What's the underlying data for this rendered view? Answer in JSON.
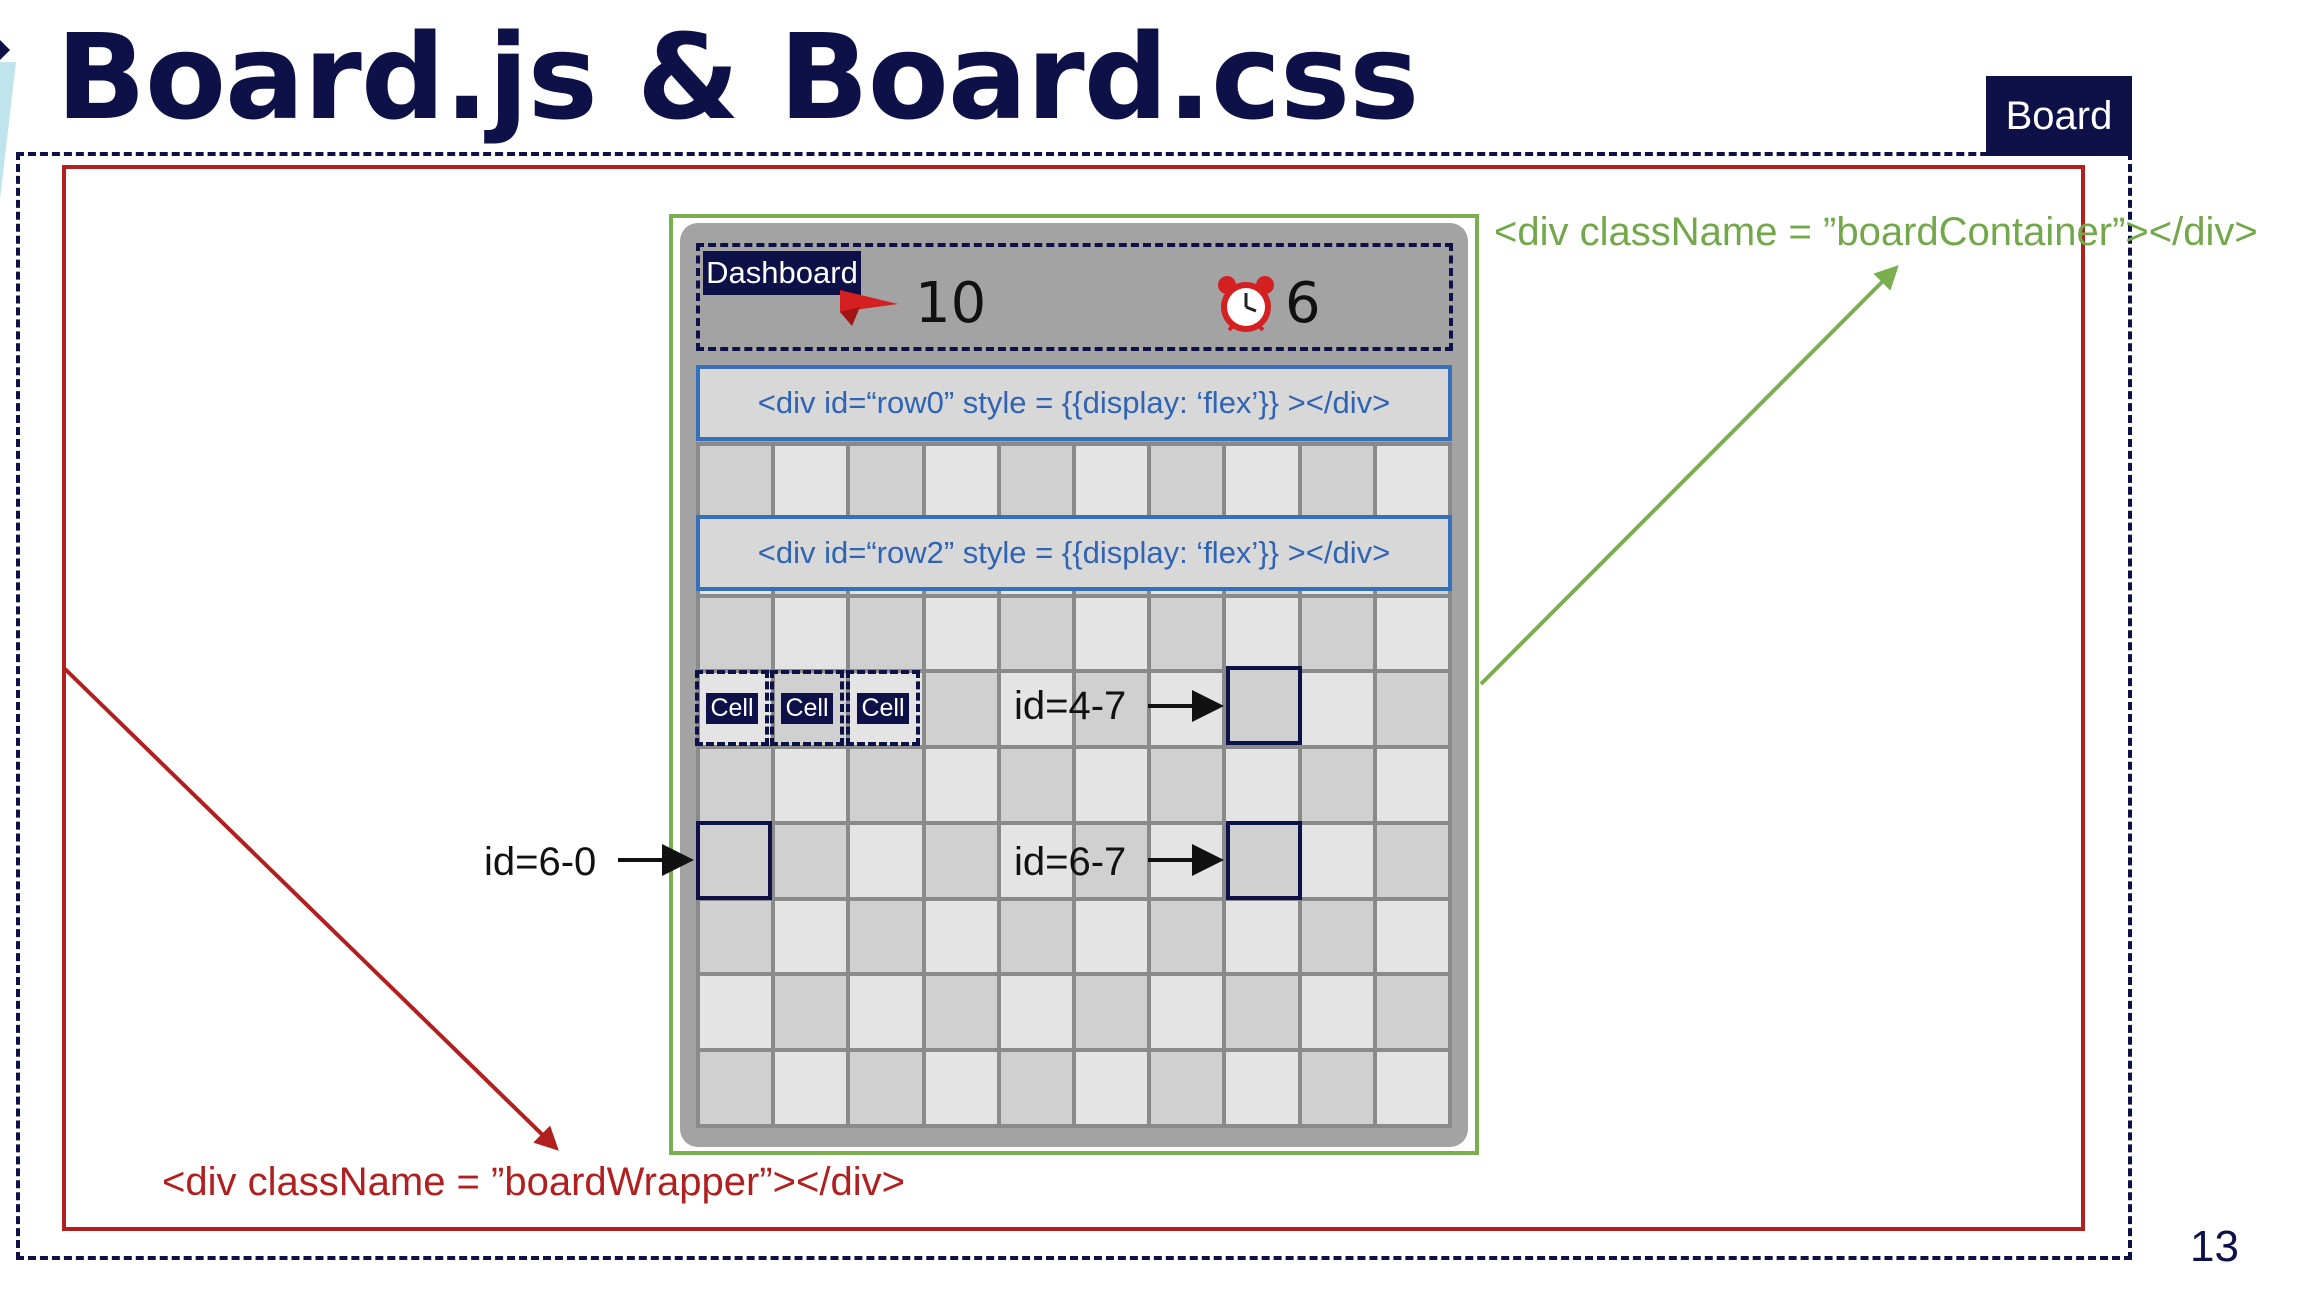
{
  "title": "Board.js & Board.css",
  "board_tag": "Board",
  "board_wrapper_label": "<div className = ”boardWrapper”></div>",
  "board_container_label": "<div className = ”boardContainer”></div>",
  "dashboard": {
    "tag": "Dashboard",
    "flag_count": "10",
    "timer_count": "6"
  },
  "rows": [
    "<div id=“row0” style = {{display: ‘flex’}} ></div>",
    "<div id=“row2” style = {{display: ‘flex’}} ></div>"
  ],
  "cell_tag": "Cell",
  "id_labels": {
    "cell_6_0": "id=6-0",
    "cell_4_7": "id=4-7",
    "cell_6_7": "id=6-7"
  },
  "page_number": "13",
  "icons": [
    "flag-icon",
    "alarm-clock-icon"
  ],
  "colors": {
    "navy": "#0d1147",
    "wrapper_red": "#b11f1f",
    "container_green": "#7bae4f",
    "row_blue": "#3570bd"
  }
}
